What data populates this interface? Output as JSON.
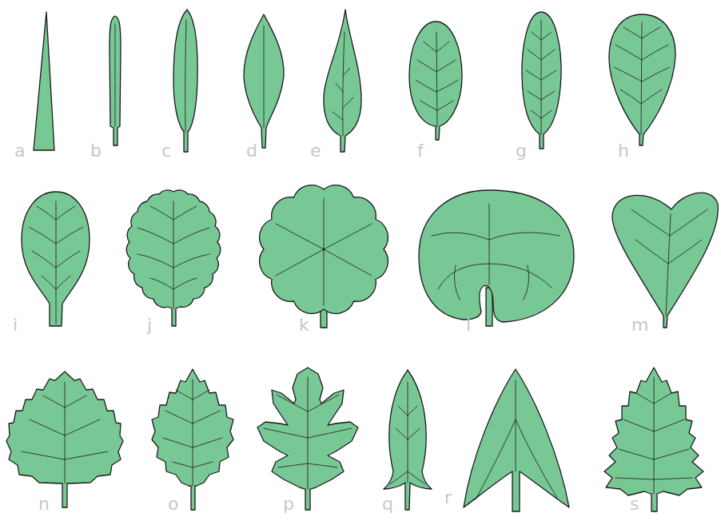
{
  "diagram": {
    "labels": [
      "a",
      "b",
      "c",
      "d",
      "e",
      "f",
      "g",
      "h",
      "i",
      "j",
      "k",
      "l",
      "m",
      "n",
      "o",
      "p",
      "q",
      "r",
      "s"
    ]
  }
}
